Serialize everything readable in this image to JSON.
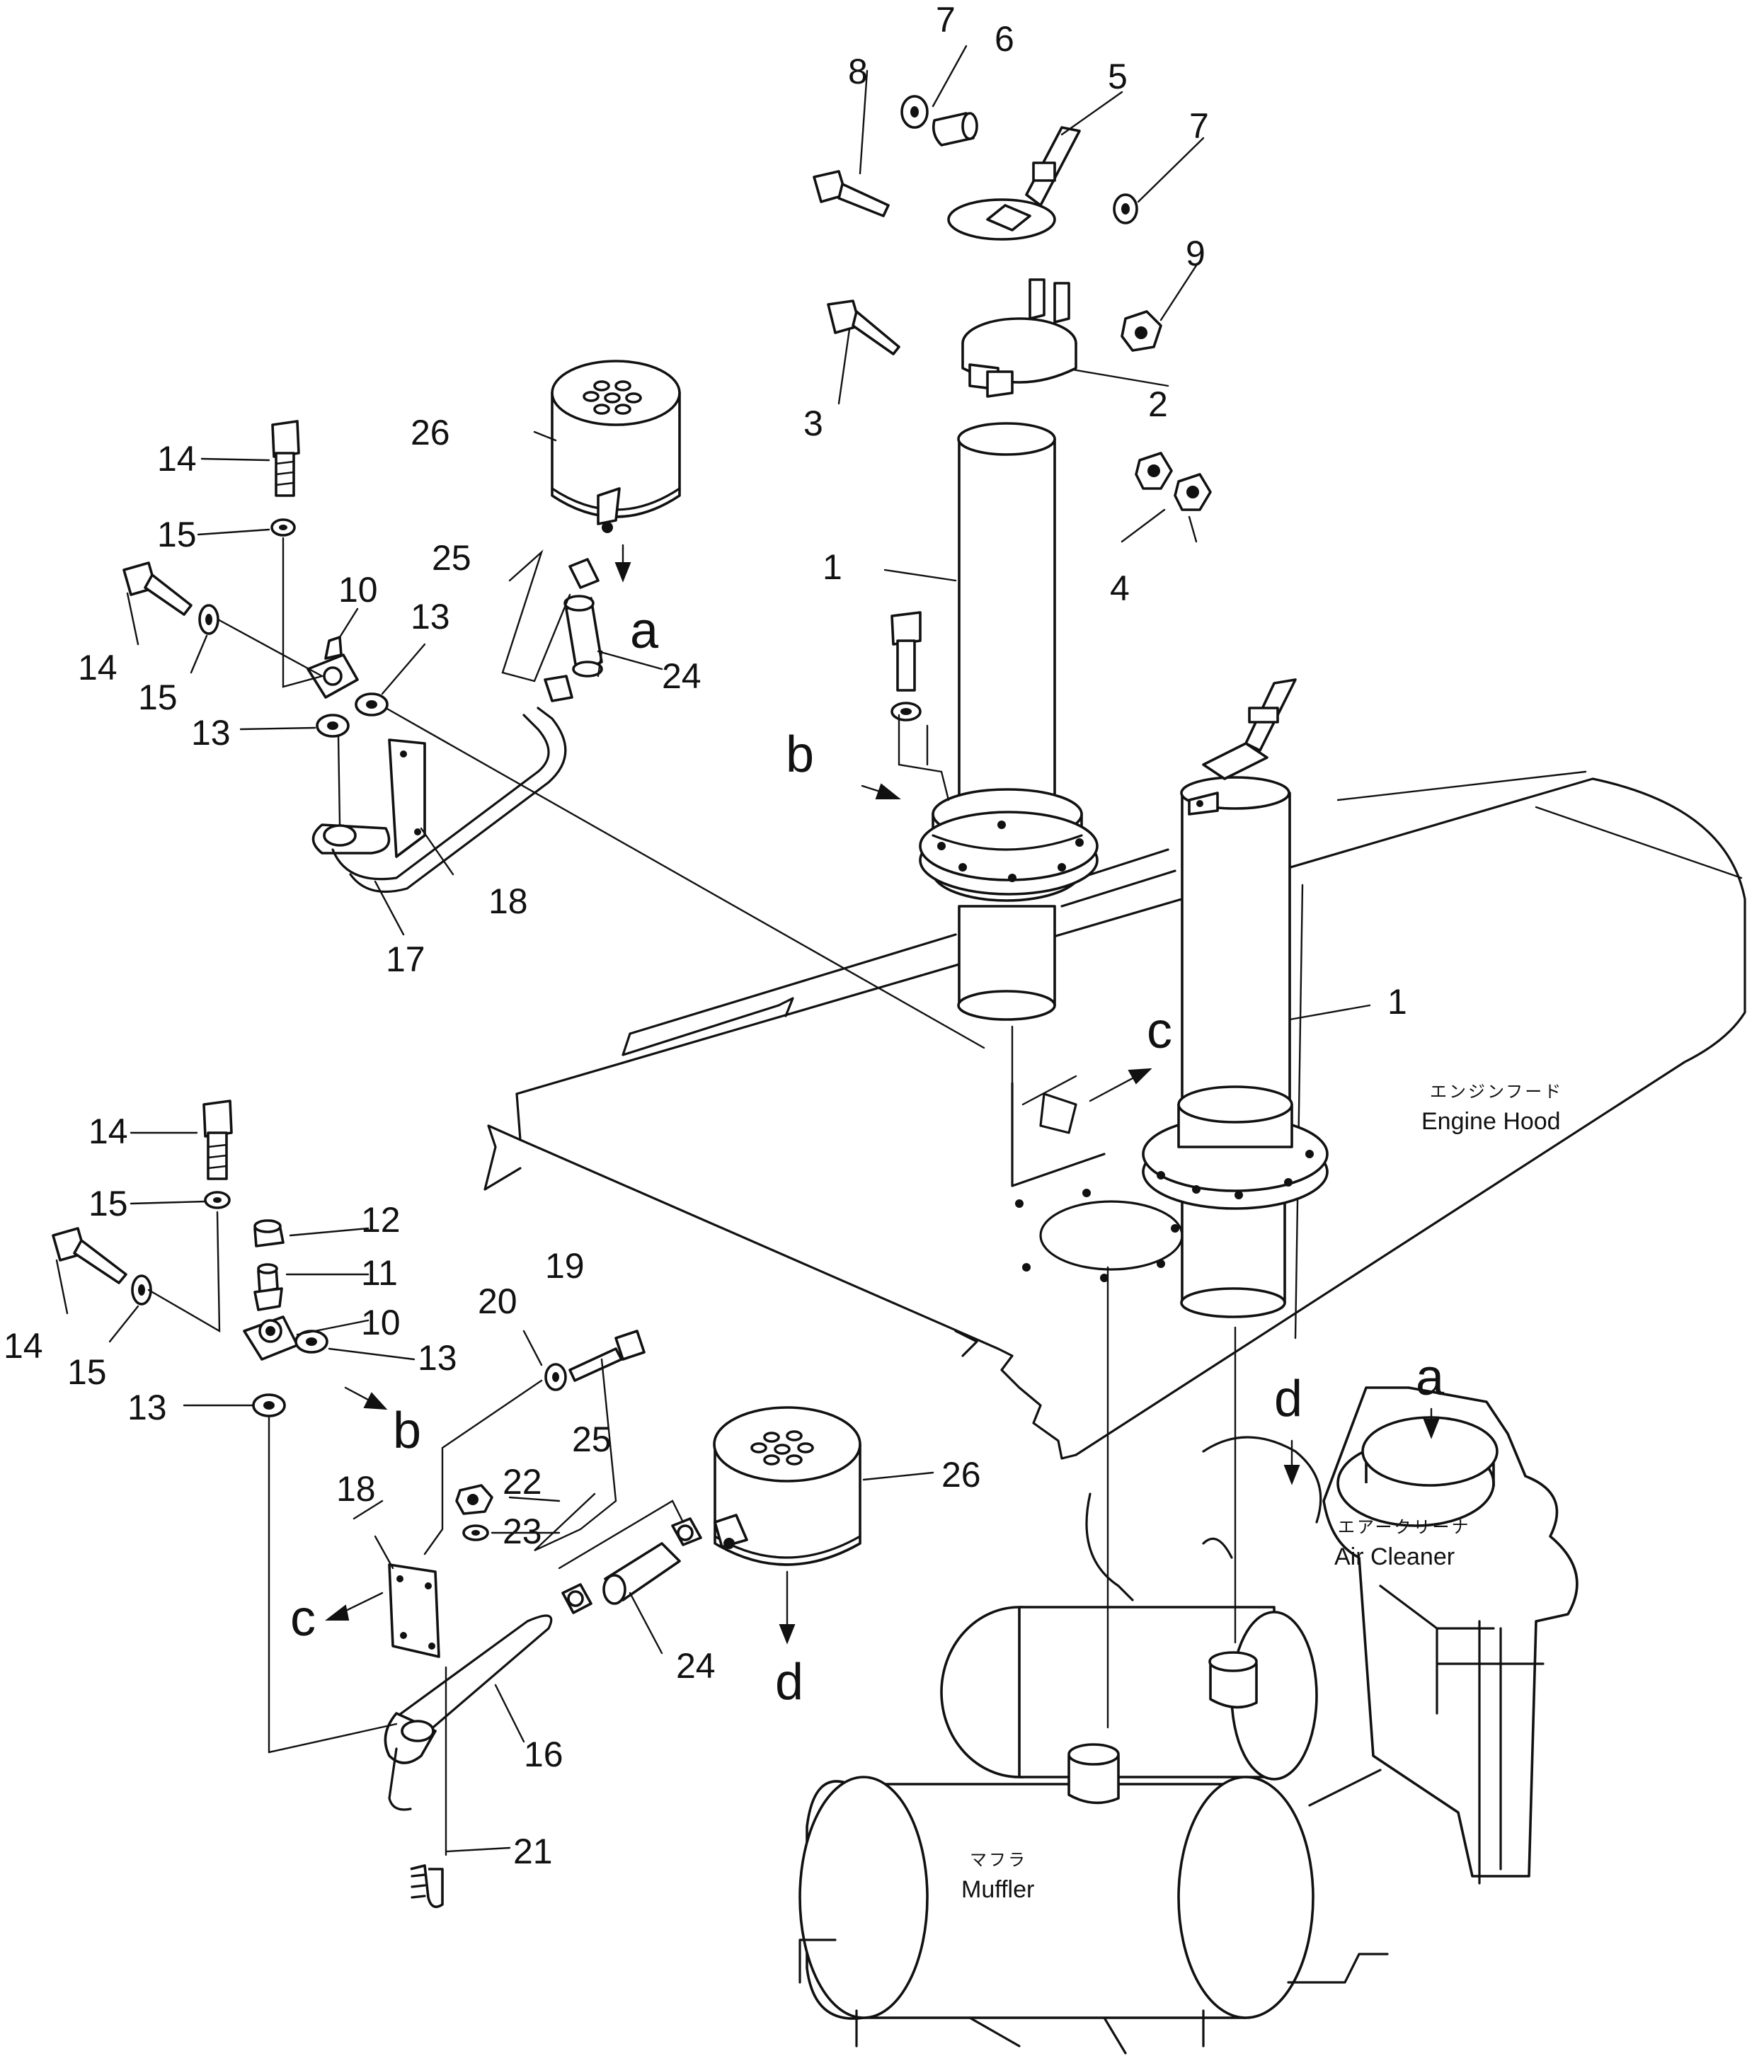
{
  "callouts": {
    "n1a": "1",
    "n1b": "1",
    "n2": "2",
    "n3": "3",
    "n4": "4",
    "n5": "5",
    "n6": "6",
    "n7a": "7",
    "n7b": "7",
    "n8": "8",
    "n9": "9",
    "n10a": "10",
    "n10b": "10",
    "n11": "11",
    "n12": "12",
    "n13a": "13",
    "n13b": "13",
    "n13c": "13",
    "n13d": "13",
    "n14a": "14",
    "n14b": "14",
    "n14c": "14",
    "n14d": "14",
    "n15a": "15",
    "n15b": "15",
    "n15c": "15",
    "n15d": "15",
    "n16": "16",
    "n17": "17",
    "n18a": "18",
    "n18b": "18",
    "n19": "19",
    "n20": "20",
    "n21": "21",
    "n22": "22",
    "n23": "23",
    "n24a": "24",
    "n24b": "24",
    "n25a": "25",
    "n25b": "25",
    "n26a": "26",
    "n26b": "26"
  },
  "refs": {
    "a1": "a",
    "a2": "a",
    "b1": "b",
    "b2": "b",
    "c1": "c",
    "c2": "c",
    "d1": "d",
    "d2": "d"
  },
  "labels": {
    "hood_jp": "エンジンフード",
    "hood_en": "Engine Hood",
    "cleaner_jp": "エアークリーナ",
    "cleaner_en": "Air Cleaner",
    "muffler_jp": "マフラ",
    "muffler_en": "Muffler"
  }
}
